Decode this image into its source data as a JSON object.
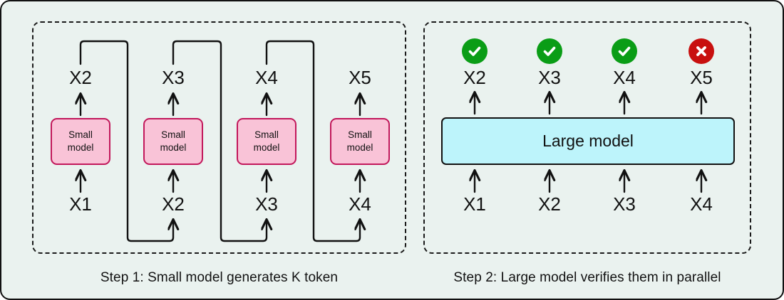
{
  "figure": {
    "title": "Speculative decoding two-step diagram",
    "background_color": "#eaf2ef"
  },
  "colors": {
    "small_model_fill": "#f9c3d7",
    "small_model_border": "#c2185b",
    "large_model_fill": "#bdf4fb",
    "large_model_border": "#111111",
    "accept_badge": "#0a9d16",
    "reject_badge": "#c8100f",
    "line": "#111111"
  },
  "left_panel": {
    "caption": "Step 1: Small model generates K token",
    "model_label_line1": "Small",
    "model_label_line2": "model",
    "columns": [
      {
        "input": "X1",
        "output": "X2",
        "model": "Small model"
      },
      {
        "input": "X2",
        "output": "X3",
        "model": "Small model"
      },
      {
        "input": "X3",
        "output": "X4",
        "model": "Small model"
      },
      {
        "input": "X4",
        "output": "X5",
        "model": "Small model"
      }
    ]
  },
  "right_panel": {
    "caption": "Step 2: Large model verifies them in parallel",
    "model_label": "Large model",
    "inputs": [
      "X1",
      "X2",
      "X3",
      "X4"
    ],
    "outputs": [
      {
        "token": "X2",
        "status": "accepted",
        "icon": "check-circle-icon"
      },
      {
        "token": "X3",
        "status": "accepted",
        "icon": "check-circle-icon"
      },
      {
        "token": "X4",
        "status": "accepted",
        "icon": "check-circle-icon"
      },
      {
        "token": "X5",
        "status": "rejected",
        "icon": "cross-circle-icon"
      }
    ]
  }
}
